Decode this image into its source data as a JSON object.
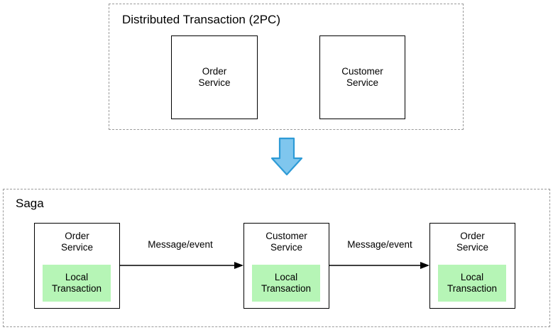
{
  "diagram": {
    "title_top": "Distributed Transaction (2PC)",
    "title_bottom": "Saga",
    "colors": {
      "box_border": "#000000",
      "group_border": "#9a9a9a",
      "local_transaction_fill": "#b6f5b6",
      "arrow_fill": "#7fc6ee",
      "arrow_stroke": "#2e9bd6",
      "background": "#ffffff",
      "text": "#000000"
    },
    "top_group": {
      "label": "Distributed Transaction (2PC)",
      "boxes": [
        {
          "label": "Order\nService"
        },
        {
          "label": "Customer\nService"
        }
      ]
    },
    "transition_arrow": {
      "direction": "down",
      "name": "down-arrow"
    },
    "bottom_group": {
      "label": "Saga",
      "boxes": [
        {
          "label": "Order\nService",
          "local": "Local\nTransaction"
        },
        {
          "label": "Customer\nService",
          "local": "Local\nTransaction"
        },
        {
          "label": "Order\nService",
          "local": "Local\nTransaction"
        }
      ],
      "edges": [
        {
          "label": "Message/event"
        },
        {
          "label": "Message/event"
        }
      ]
    }
  }
}
